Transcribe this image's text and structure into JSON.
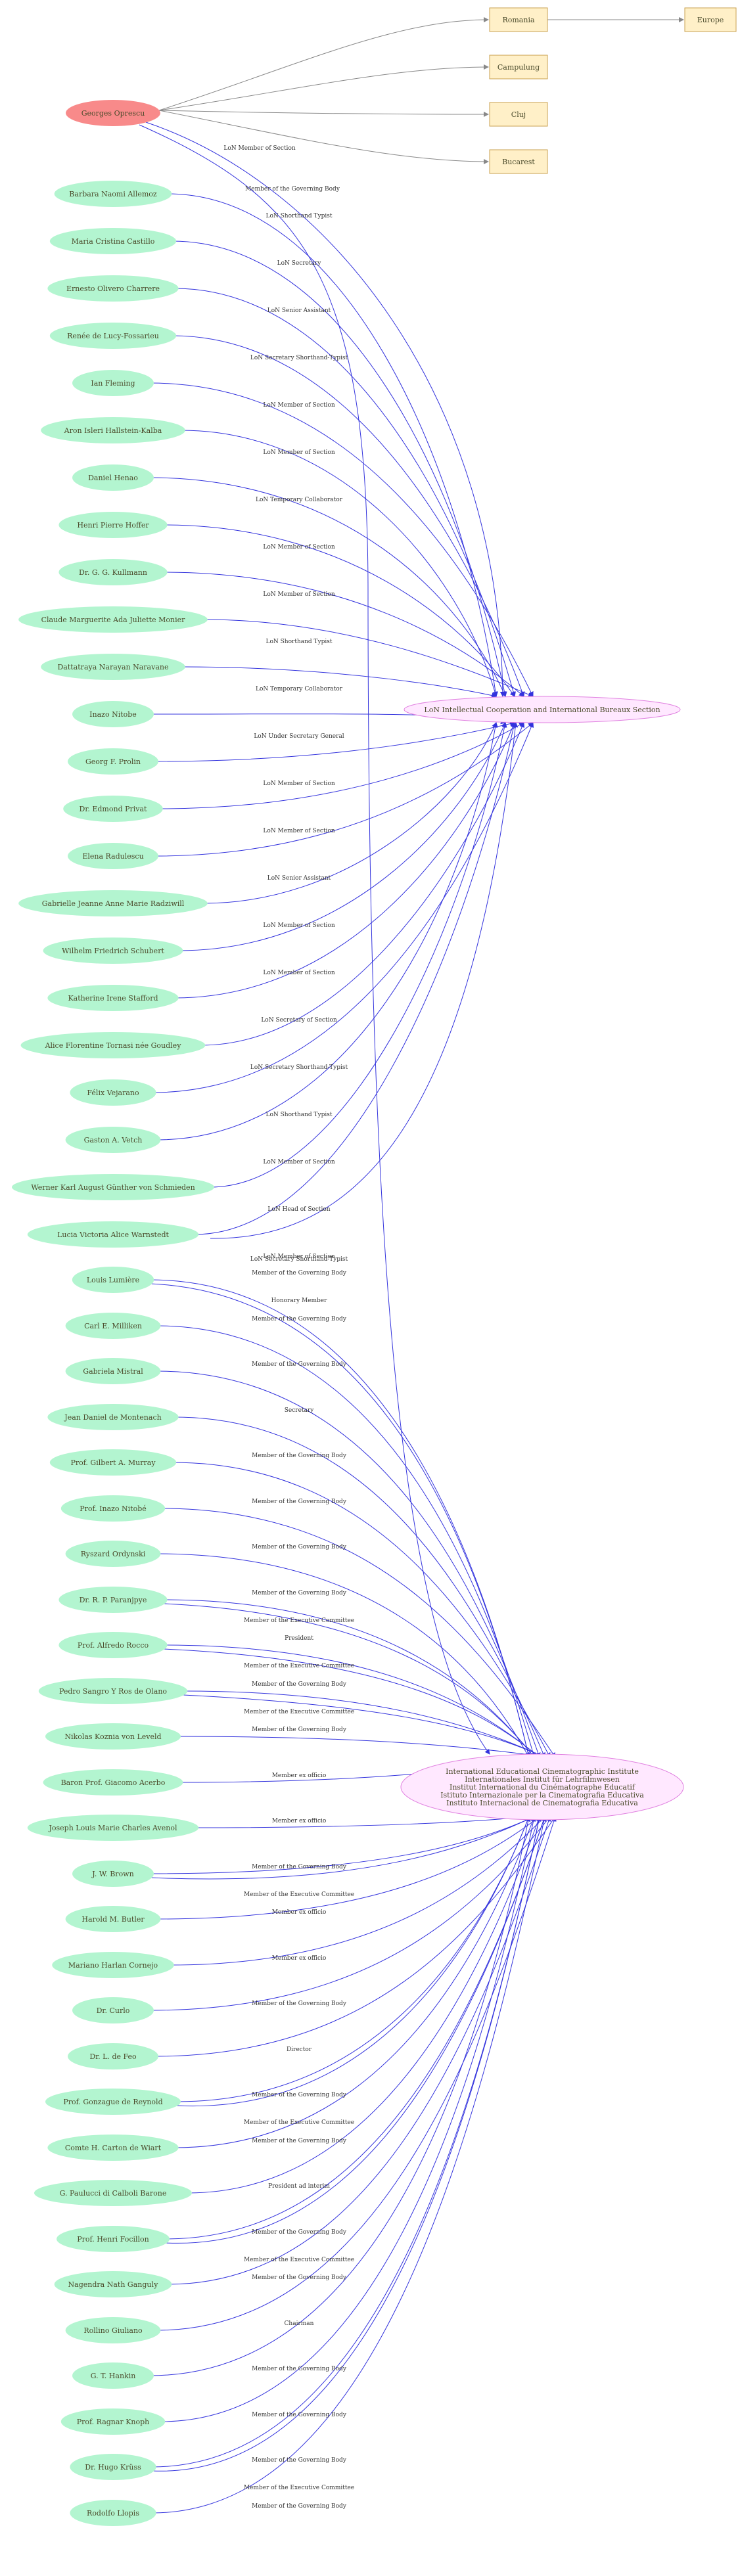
{
  "colors": {
    "person_fill": "#b3f5d0",
    "person_text": "#4b4b2b",
    "focus_fill": "#f88a8a",
    "place_fill": "#fff0c8",
    "place_stroke": "#c8a050",
    "org_fill": "#ffe8ff",
    "org_stroke": "#e080e0",
    "edge_blue": "#3333dd",
    "edge_gray": "#888888"
  },
  "focus": {
    "label": "Georges Oprescu"
  },
  "places": [
    {
      "id": "romania",
      "label": "Romania"
    },
    {
      "id": "campulung",
      "label": "Campulung"
    },
    {
      "id": "cluj",
      "label": "Cluj"
    },
    {
      "id": "bucarest",
      "label": "Bucarest"
    },
    {
      "id": "europe",
      "label": "Europe"
    }
  ],
  "organizations": {
    "lon": {
      "label": "LoN Intellectual Cooperation and International Bureaux Section"
    },
    "iecl": {
      "lines": [
        "International Educational Cinematographic Institute",
        "Internationales Institut für Lehrfilmwesen",
        "Institut International du Cinématographe Educatif",
        "Istituto Internazionale per la Cinematografia Educativa",
        "Instituto Internacional de Cinematografia Educativa"
      ]
    }
  },
  "focus_edges": [
    {
      "to": "lon",
      "label": "LoN Member of Section"
    },
    {
      "to": "iecl",
      "label": "Member of the Governing Body"
    }
  ],
  "lon_people": [
    {
      "name": "Barbara Naomi Allemoz",
      "role": "LoN Shorthand Typist"
    },
    {
      "name": "Maria Cristina Castillo",
      "role": "LoN Secretary"
    },
    {
      "name": "Ernesto Olivero Charrere",
      "role": "LoN Senior Assistant"
    },
    {
      "name": "Renée de Lucy-Fossarieu",
      "role": "LoN Secretary Shorthand-Typist"
    },
    {
      "name": "Ian Fleming",
      "role": "LoN Member of Section"
    },
    {
      "name": "Aron Isleri Hallstein-Kalba",
      "role": "LoN Member of Section"
    },
    {
      "name": "Daniel Henao",
      "role": "LoN Temporary Collaborator"
    },
    {
      "name": "Henri Pierre Hoffer",
      "role": "LoN Member of Section"
    },
    {
      "name": "Dr. G. G.  Kullmann",
      "role": "LoN Member of Section"
    },
    {
      "name": "Claude Marguerite Ada Juliette Monier",
      "role": "LoN Shorthand Typist"
    },
    {
      "name": "Dattatraya Narayan Naravane",
      "role": "LoN Temporary Collaborator"
    },
    {
      "name": "Inazo Nitobe",
      "role": "LoN Under Secretary General"
    },
    {
      "name": "Georg F. Prolin",
      "role": "LoN Member of Section"
    },
    {
      "name": "Dr. Edmond Privat",
      "role": "LoN Member of Section"
    },
    {
      "name": "Elena Radulescu",
      "role": "LoN Senior Assistant"
    },
    {
      "name": "Gabrielle Jeanne Anne Marie Radziwill",
      "role": "LoN Member of Section"
    },
    {
      "name": "Wilhelm Friedrich Schubert",
      "role": "LoN Member of Section"
    },
    {
      "name": "Katherine Irene Stafford",
      "role": "LoN Secretary of Section"
    },
    {
      "name": "Alice Florentine Tornasi née Goudley",
      "role": "LoN Secretary Shorthand-Typist"
    },
    {
      "name": "Félix Vejarano",
      "role": "LoN Shorthand Typist"
    },
    {
      "name": "Gaston A.  Vetch",
      "role": "LoN Member of Section"
    },
    {
      "name": "Werner Karl August Günther von Schmieden",
      "role": "LoN Head of Section"
    },
    {
      "name": "Lucia  Victoria   Alice Warnstedt",
      "role": "LoN Member of Section"
    }
  ],
  "lon_extra_label": "LoN Secretary Shorthand-Typist",
  "iecl_people": [
    {
      "name": "Louis Lumière",
      "roles": [
        "Member of the Governing Body",
        "Honorary Member"
      ]
    },
    {
      "name": "Carl E. Milliken",
      "roles": [
        "Member of the Governing Body"
      ]
    },
    {
      "name": "Gabriela Mistral",
      "roles": [
        "Member of the Governing Body"
      ]
    },
    {
      "name": "Jean Daniel de Montenach",
      "roles": [
        "Secretary"
      ]
    },
    {
      "name": "Prof. Gilbert A. Murray",
      "roles": [
        "Member of the Governing Body"
      ]
    },
    {
      "name": "Prof. Inazo Nitobé",
      "roles": [
        "Member of the Governing Body"
      ]
    },
    {
      "name": "Ryszard Ordynski",
      "roles": [
        "Member of the Governing Body"
      ]
    },
    {
      "name": "Dr. R. P. Paranjpye",
      "roles": [
        "Member of the Governing Body",
        "Member of the Executive Committee"
      ]
    },
    {
      "name": "Prof. Alfredo Rocco",
      "roles": [
        "President",
        "Member of the Executive Committee"
      ]
    },
    {
      "name": "Pedro  Sangro Y Ros de Olano",
      "roles": [
        "Member of the Governing Body",
        "Member of the Executive Committee"
      ]
    },
    {
      "name": "Nikolas Koznia von Leveld",
      "roles": [
        "Member of the Governing Body"
      ]
    },
    {
      "name": "Baron Prof. Giacomo Acerbo",
      "roles": [
        "Member ex officio"
      ]
    },
    {
      "name": "Joseph Louis Marie Charles Avenol",
      "roles": [
        "Member ex officio"
      ]
    },
    {
      "name": "J. W. Brown",
      "roles": [
        "Member of the Governing Body",
        "Member of the Executive Committee"
      ]
    },
    {
      "name": "Harold M. Butler",
      "roles": [
        "Member ex officio"
      ]
    },
    {
      "name": "Mariano Harlan Cornejo",
      "roles": [
        "Member ex officio"
      ]
    },
    {
      "name": "Dr. Curlo",
      "roles": [
        "Member of the Governing Body"
      ]
    },
    {
      "name": "Dr.  L.  de Feo",
      "roles": [
        "Director"
      ]
    },
    {
      "name": "Prof. Gonzague de Reynold",
      "roles": [
        "Member of the Governing Body",
        "Member of the Executive Committee"
      ]
    },
    {
      "name": "Comte H. Carton de Wiart",
      "roles": [
        "Member of the Governing Body"
      ]
    },
    {
      "name": "G. Paulucci  di Calboli Barone",
      "roles": [
        "President ad interim"
      ]
    },
    {
      "name": "Prof. Henri Focillon",
      "roles": [
        "Member of the Governing Body",
        "Member of the Executive Committee"
      ]
    },
    {
      "name": "Nagendra Nath Gangulу",
      "roles": [
        "Member of the Governing Body"
      ]
    },
    {
      "name": "Rollino Giuliano",
      "roles": [
        "Chairman"
      ]
    },
    {
      "name": "G. T. Hankin",
      "roles": [
        "Member of the Governing Body"
      ]
    },
    {
      "name": "Prof. Ragnar Knoph",
      "roles": [
        "Member of the Governing Body"
      ]
    },
    {
      "name": "Dr. Hugo Krüss",
      "roles": [
        "Member of the Governing Body",
        "Member of the Executive Committee"
      ]
    },
    {
      "name": "Rodolfo Llopis",
      "roles": [
        "Member of the Governing Body"
      ]
    }
  ]
}
